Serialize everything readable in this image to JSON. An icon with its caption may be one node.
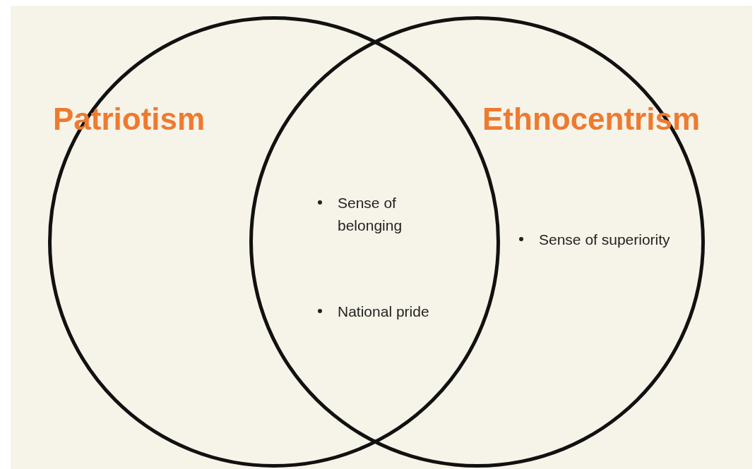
{
  "diagram": {
    "nodes": [
      {
        "text": [
          "Patriotism"
        ]
      },
      {
        "text": [
          "Ethnocentrism"
        ]
      }
    ],
    "labels": [
      "Sense of belonging",
      "National pride",
      "Sense of superiority"
    ]
  }
}
